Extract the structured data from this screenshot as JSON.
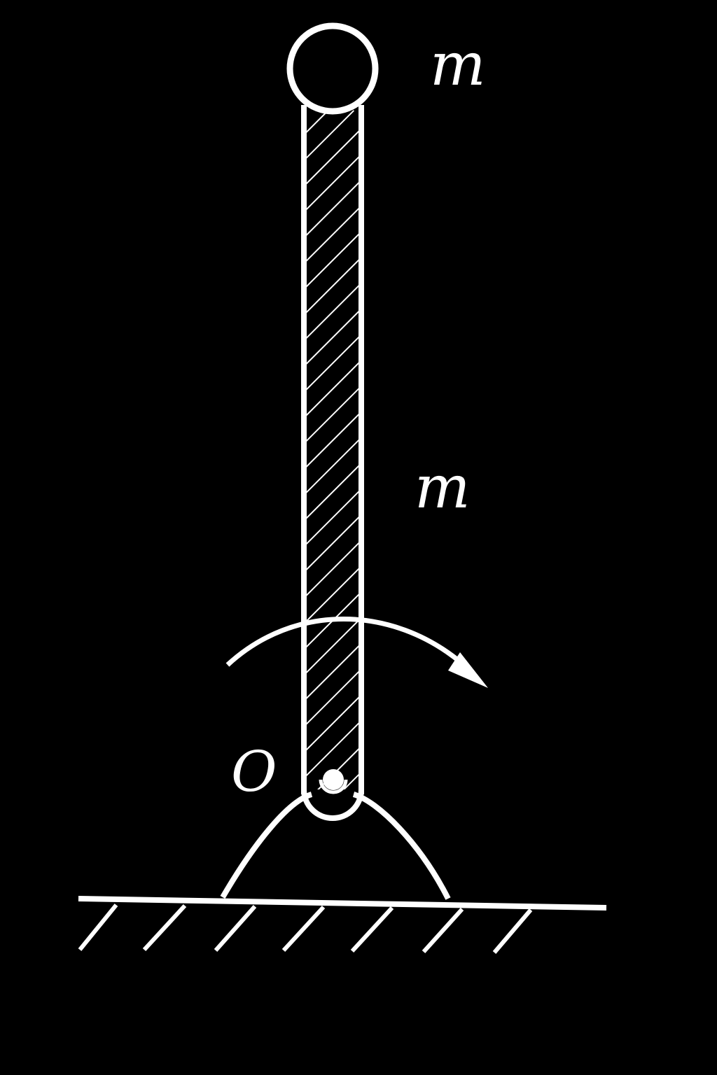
{
  "labels": {
    "ball_mass": "m",
    "rod_mass": "m",
    "pivot": "O"
  },
  "colors": {
    "background": "#000000",
    "stroke": "#ffffff"
  }
}
